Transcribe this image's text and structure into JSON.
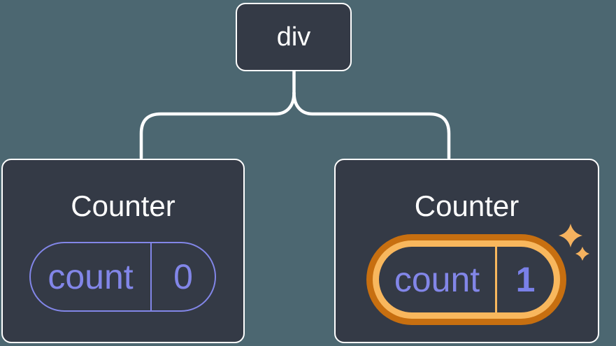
{
  "diagram": {
    "type": "component-tree",
    "root_node": {
      "label": "div"
    },
    "children": [
      {
        "title": "Counter",
        "state": {
          "key": "count",
          "value": "0"
        },
        "highlighted": false
      },
      {
        "title": "Counter",
        "state": {
          "key": "count",
          "value": "1"
        },
        "highlighted": true
      }
    ]
  },
  "icons": {
    "sparkles": "four-point-stars"
  },
  "colors": {
    "background": "#4C6771",
    "card_bg": "#343A46",
    "card_border": "#FFFFFF",
    "connector": "#FFFFFF",
    "text_primary": "#FFFFFF",
    "state_accent": "#8286E8",
    "state_value_bold": "#7A80E8",
    "highlight_ring_outer": "#C76F10",
    "highlight_ring_inner": "#F8B75D",
    "sparkle": "#F5B25F"
  }
}
